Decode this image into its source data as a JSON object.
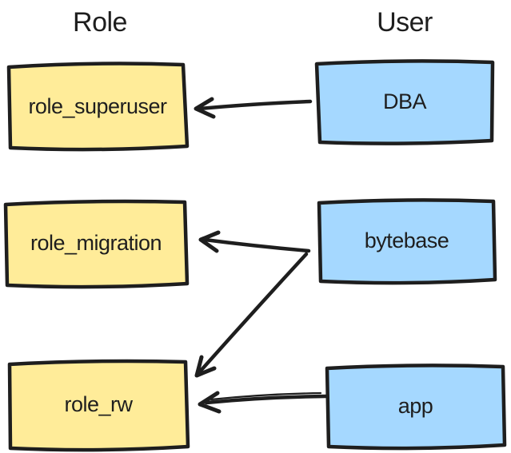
{
  "diagram": {
    "column_headers": [
      {
        "title": "Role"
      },
      {
        "title": "User"
      }
    ],
    "role_nodes": [
      {
        "label": "role_superuser"
      },
      {
        "label": "role_migration"
      },
      {
        "label": "role_rw"
      }
    ],
    "user_nodes": [
      {
        "label": "DBA"
      },
      {
        "label": "bytebase"
      },
      {
        "label": "app"
      }
    ],
    "edges": [
      {
        "from": "DBA",
        "to": "role_superuser"
      },
      {
        "from": "bytebase",
        "to": "role_migration"
      },
      {
        "from": "bytebase",
        "to": "role_rw"
      },
      {
        "from": "app",
        "to": "role_rw"
      }
    ],
    "colors": {
      "role_fill": "#ffec99",
      "user_fill": "#a5d8ff",
      "stroke": "#1e1e1e",
      "text": "#1e1e1e"
    }
  }
}
